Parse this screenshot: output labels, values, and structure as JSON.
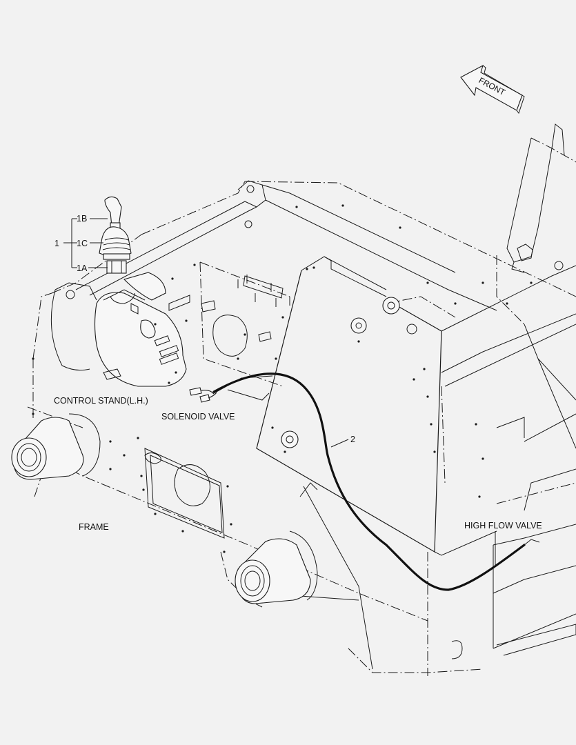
{
  "labels": {
    "front": "FRONT",
    "control_stand": "CONTROL STAND(L.H.)",
    "solenoid_valve": "SOLENOID VALVE",
    "frame": "FRAME",
    "high_flow_valve": "HIGH FLOW VALVE",
    "part_1": "1",
    "part_1a": "1A",
    "part_1b": "1B",
    "part_1c": "1C",
    "part_2": "2"
  }
}
